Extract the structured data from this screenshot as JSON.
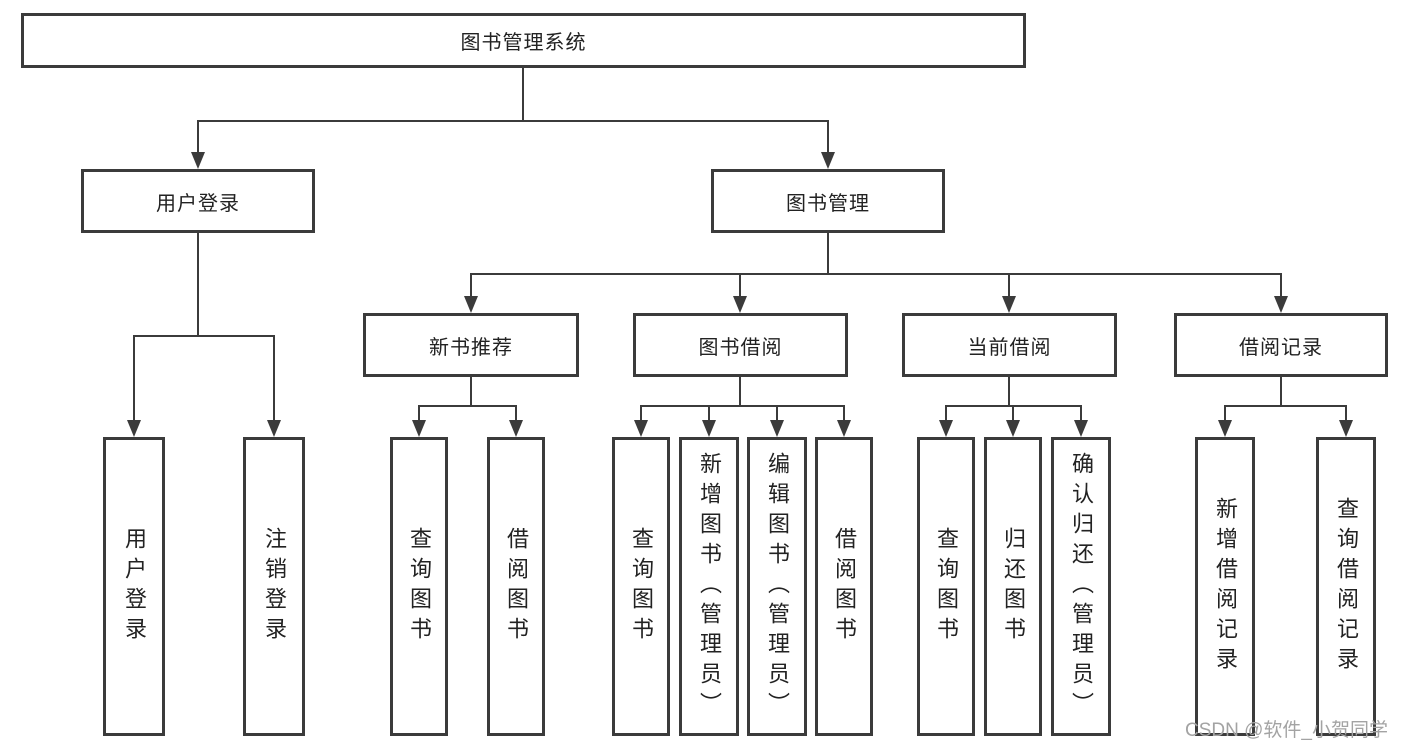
{
  "diagram_title": "图书管理系统",
  "watermark": "CSDN @软件_小贺同学",
  "colors": {
    "line": "#3b3b3b",
    "box_border": "#3b3b3b",
    "text": "#222222",
    "watermark": "#a3a3a3",
    "background": "#ffffff"
  },
  "nodes": {
    "root": {
      "label": "图书管理系统"
    },
    "user_login": {
      "label": "用户登录"
    },
    "book_mgmt": {
      "label": "图书管理"
    },
    "new_book_rec": {
      "label": "新书推荐"
    },
    "book_borrow": {
      "label": "图书借阅"
    },
    "current_borrow": {
      "label": "当前借阅"
    },
    "borrow_record": {
      "label": "借阅记录"
    },
    "leaf_user_login": {
      "label": "用户登录"
    },
    "leaf_logout": {
      "label": "注销登录"
    },
    "leaf_rec_query": {
      "label": "查询图书"
    },
    "leaf_rec_borrow": {
      "label": "借阅图书"
    },
    "leaf_bb_query": {
      "label": "查询图书"
    },
    "leaf_bb_add": {
      "label": "新增图书（管理员）"
    },
    "leaf_bb_edit": {
      "label": "编辑图书（管理员）"
    },
    "leaf_bb_borrow": {
      "label": "借阅图书"
    },
    "leaf_cb_query": {
      "label": "查询图书"
    },
    "leaf_cb_return": {
      "label": "归还图书"
    },
    "leaf_cb_confirm": {
      "label": "确认归还（管理员）"
    },
    "leaf_br_add": {
      "label": "新增借阅记录"
    },
    "leaf_br_query": {
      "label": "查询借阅记录"
    }
  },
  "tree": {
    "root": "图书管理系统",
    "children": [
      {
        "label": "用户登录",
        "children": [
          "用户登录",
          "注销登录"
        ]
      },
      {
        "label": "图书管理",
        "children": [
          {
            "label": "新书推荐",
            "children": [
              "查询图书",
              "借阅图书"
            ]
          },
          {
            "label": "图书借阅",
            "children": [
              "查询图书",
              "新增图书（管理员）",
              "编辑图书（管理员）",
              "借阅图书"
            ]
          },
          {
            "label": "当前借阅",
            "children": [
              "查询图书",
              "归还图书",
              "确认归还（管理员）"
            ]
          },
          {
            "label": "借阅记录",
            "children": [
              "新增借阅记录",
              "查询借阅记录"
            ]
          }
        ]
      }
    ]
  }
}
